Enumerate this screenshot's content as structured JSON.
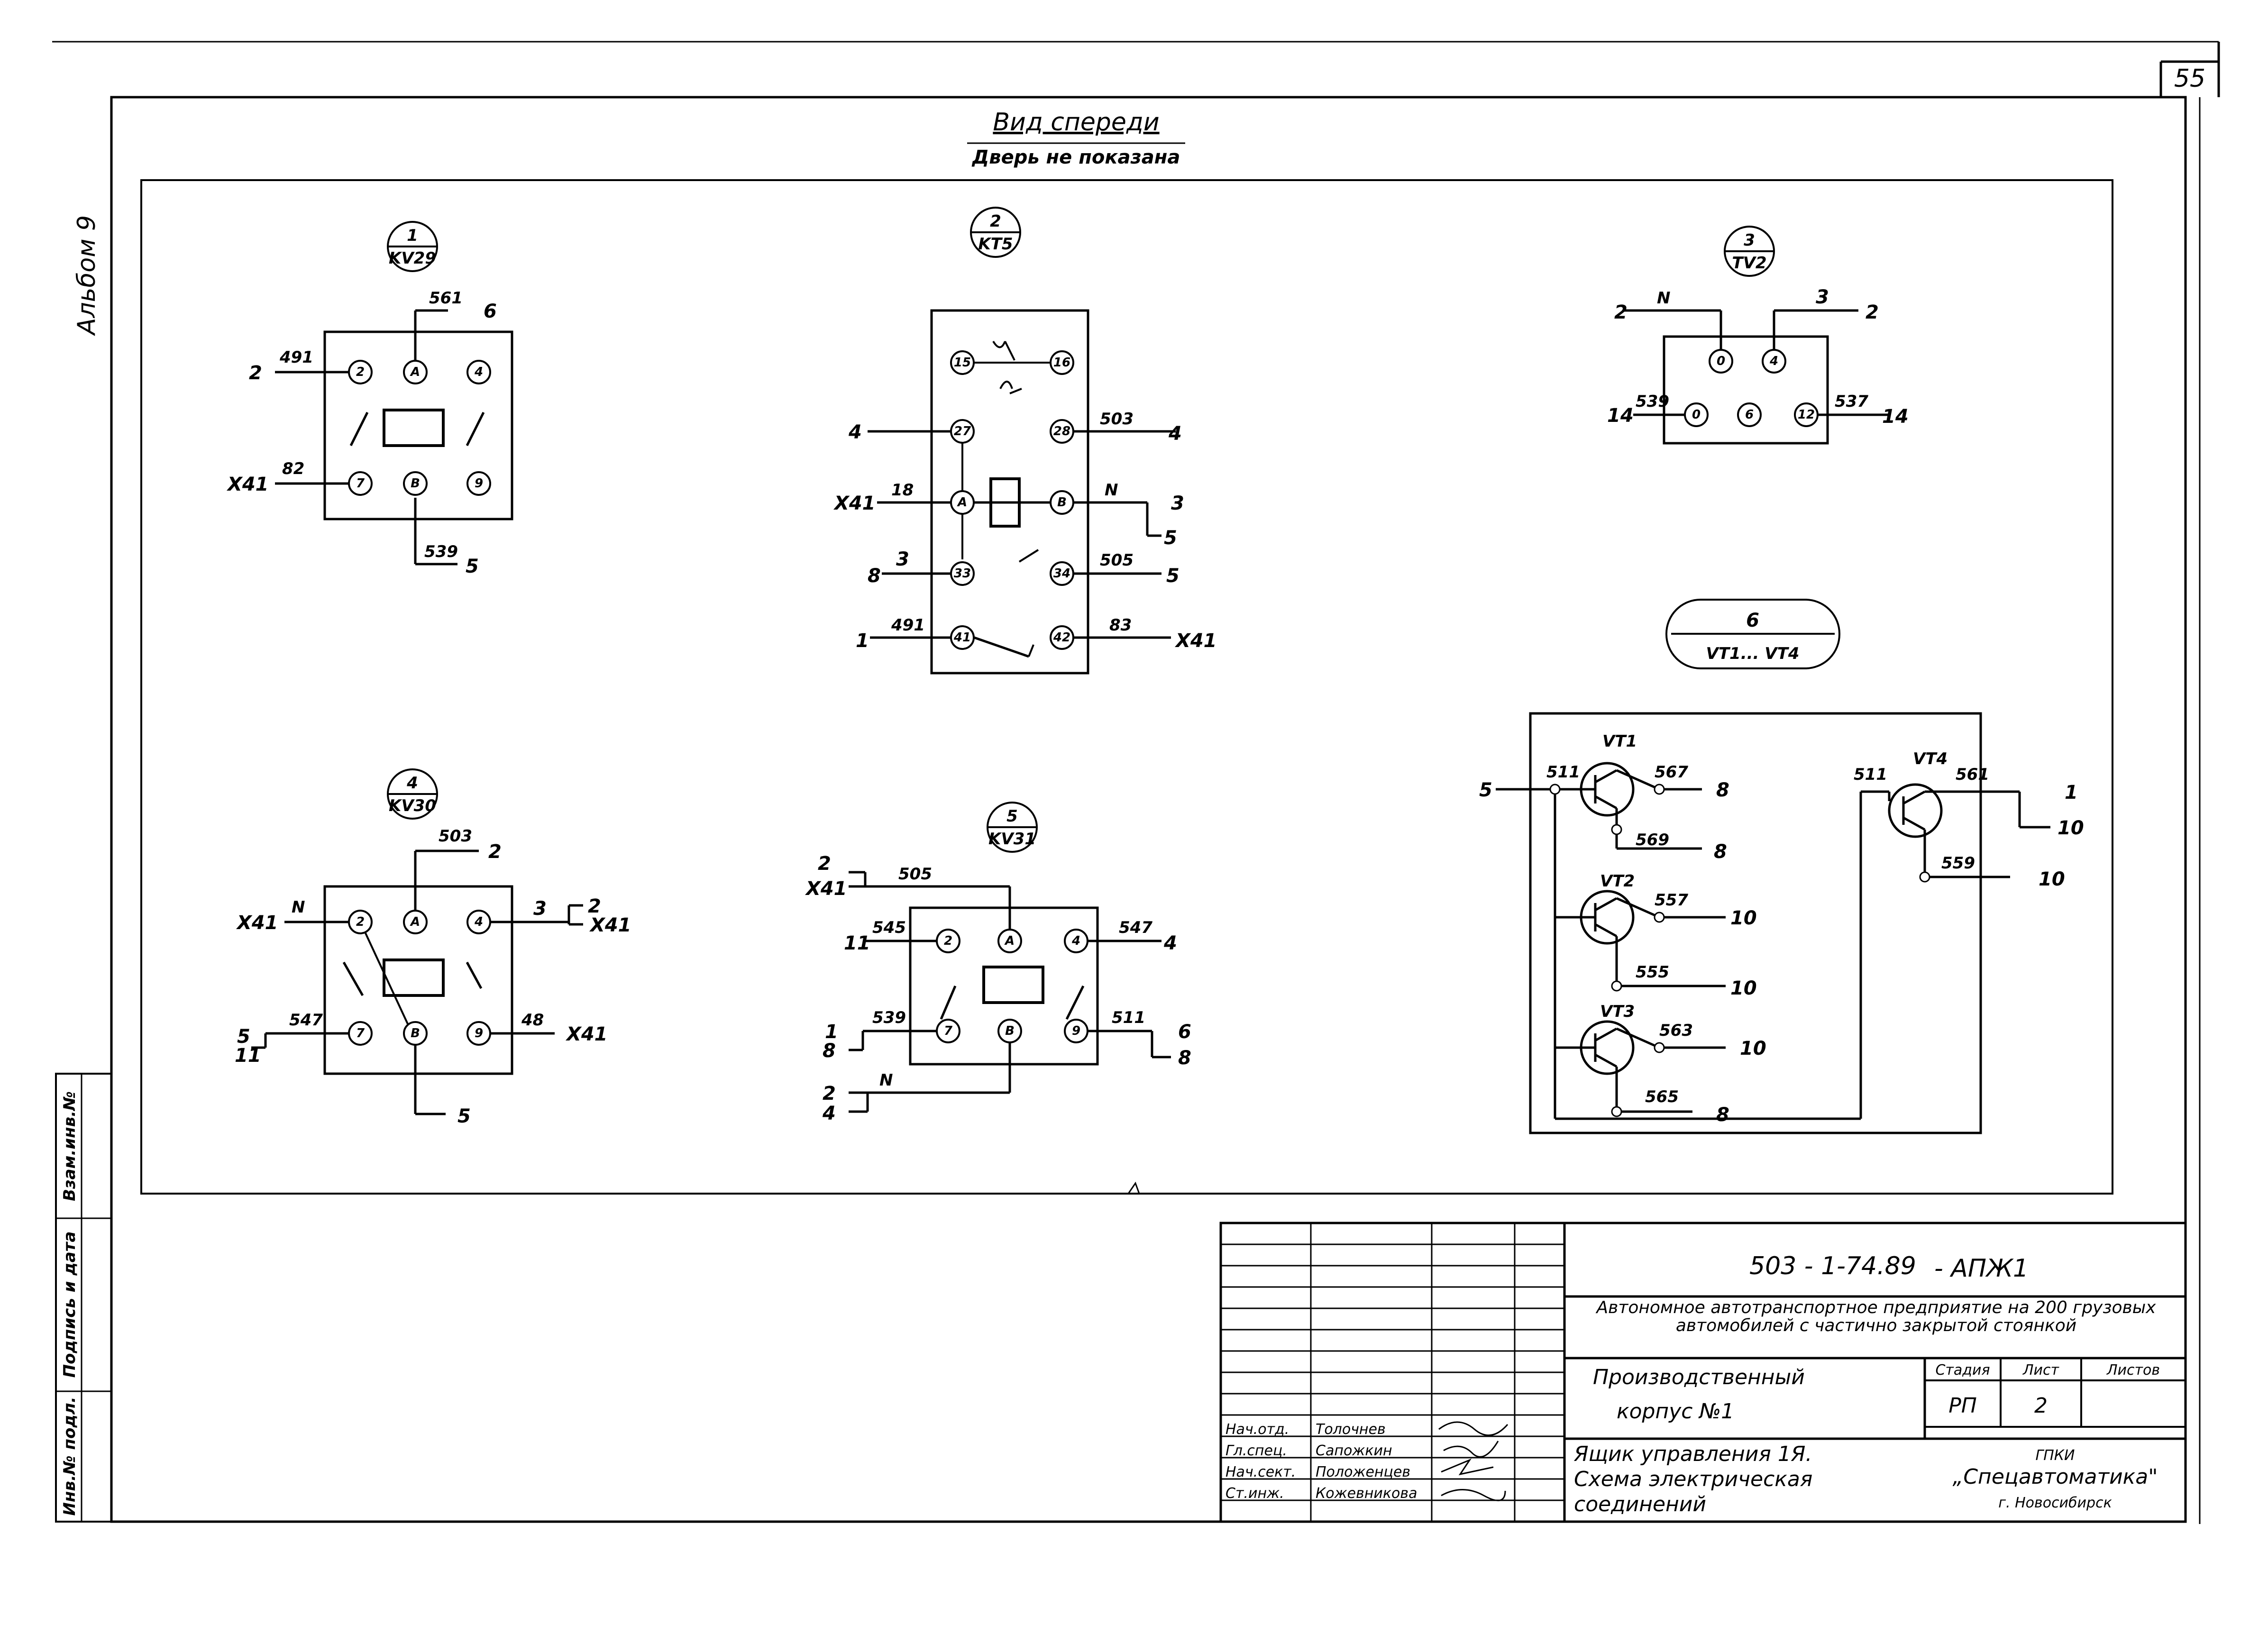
{
  "page_number": "55",
  "album": "Альбом 9",
  "view_title": "Вид спереди",
  "view_subtitle": "Дверь не показана",
  "side_stamp": [
    "Инв.№ подл.",
    "Подпись и дата",
    "Взам.инв.№"
  ],
  "devices": {
    "d1": {
      "num": "1",
      "type": "KV29"
    },
    "d2": {
      "num": "2",
      "type": "KT5"
    },
    "d3": {
      "num": "3",
      "type": "TV2"
    },
    "d4": {
      "num": "4",
      "type": "KV30"
    },
    "d5": {
      "num": "5",
      "type": "KV31"
    },
    "d6": {
      "num": "6",
      "type": "VT1... VT4"
    }
  },
  "pins": {
    "k": [
      "2",
      "A",
      "4",
      "7",
      "B",
      "9"
    ],
    "kt5": [
      "15",
      "16",
      "27",
      "28",
      "A",
      "B",
      "33",
      "34",
      "41",
      "42"
    ],
    "tv2": [
      "0",
      "4",
      "0",
      "6",
      "12"
    ]
  },
  "wire_labels": {
    "d1": [
      "561",
      "6",
      "2",
      "491",
      "X41",
      "82",
      "539",
      "5"
    ],
    "d2": [
      "4",
      "503",
      "4",
      "X41",
      "18",
      "N",
      "3",
      "5",
      "8",
      "3",
      "505",
      "5",
      "1",
      "491",
      "83",
      "X41"
    ],
    "d3": [
      "2",
      "N",
      "3",
      "2",
      "14",
      "539",
      "537",
      "14"
    ],
    "d4": [
      "503",
      "2",
      "X41",
      "N",
      "3",
      "2",
      "X41",
      "5",
      "11",
      "547",
      "48",
      "X41",
      "5"
    ],
    "d5": [
      "2",
      "X41",
      "505",
      "11",
      "545",
      "547",
      "4",
      "1",
      "8",
      "539",
      "511",
      "6",
      "8",
      "2",
      "4",
      "N"
    ],
    "d6": [
      "5",
      "511",
      "VT1",
      "567",
      "8",
      "569",
      "8",
      "VT2",
      "557",
      "10",
      "555",
      "10",
      "VT3",
      "563",
      "10",
      "565",
      "8",
      "511",
      "VT4",
      "561",
      "1",
      "10",
      "559",
      "10"
    ]
  },
  "title_block": {
    "doc_code": "503 - 1-74.89",
    "doc_suffix": "- АПЖ1",
    "project": "Автономное автотранспортное предприятие на 200 грузовых автомобилей с частично закрытой стоянкой",
    "building_line1": "Производственный",
    "building_line2": "корпус №1",
    "stage_header": "Стадия",
    "sheet_header": "Лист",
    "sheets_header": "Листов",
    "stage": "РП",
    "sheet": "2",
    "sheets": "",
    "drawing_line1": "Ящик управления 1Я.",
    "drawing_line2": "Схема электрическая",
    "drawing_line3": "соединений",
    "org_line1": "ГПКИ",
    "org_line2": "„Спецавтоматика\"",
    "org_line3": "г. Новосибирск",
    "signers": [
      {
        "role": "Нач.отд.",
        "name": "Толочнев"
      },
      {
        "role": "Гл.спец.",
        "name": "Сапожкин"
      },
      {
        "role": "Нач.сект.",
        "name": "Положенцев"
      },
      {
        "role": "Ст.инж.",
        "name": "Кожевникова"
      }
    ]
  }
}
